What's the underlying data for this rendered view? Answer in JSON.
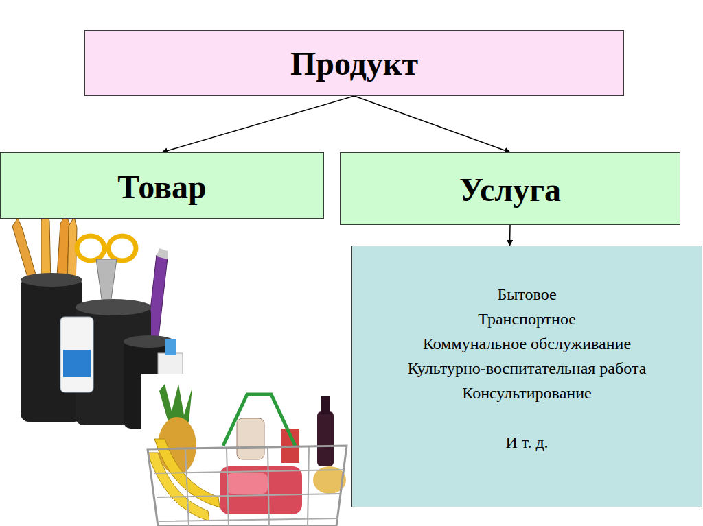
{
  "diagram": {
    "nodes": [
      {
        "text": [
          "Продукт"
        ]
      },
      {
        "text": [
          "Товар"
        ]
      },
      {
        "text": [
          "Услуга"
        ]
      },
      {
        "text": [
          "Бытовое",
          "Транспортное",
          "Коммунальное обслуживание",
          "Культурно-воспитательная работа",
          "Консультирование",
          "И т. д."
        ]
      }
    ],
    "edges": [
      {
        "from": 0,
        "to": 1,
        "arrow": "to"
      },
      {
        "from": 0,
        "to": 2,
        "arrow": "to"
      },
      {
        "from": 2,
        "to": 3,
        "arrow": "to"
      }
    ]
  }
}
